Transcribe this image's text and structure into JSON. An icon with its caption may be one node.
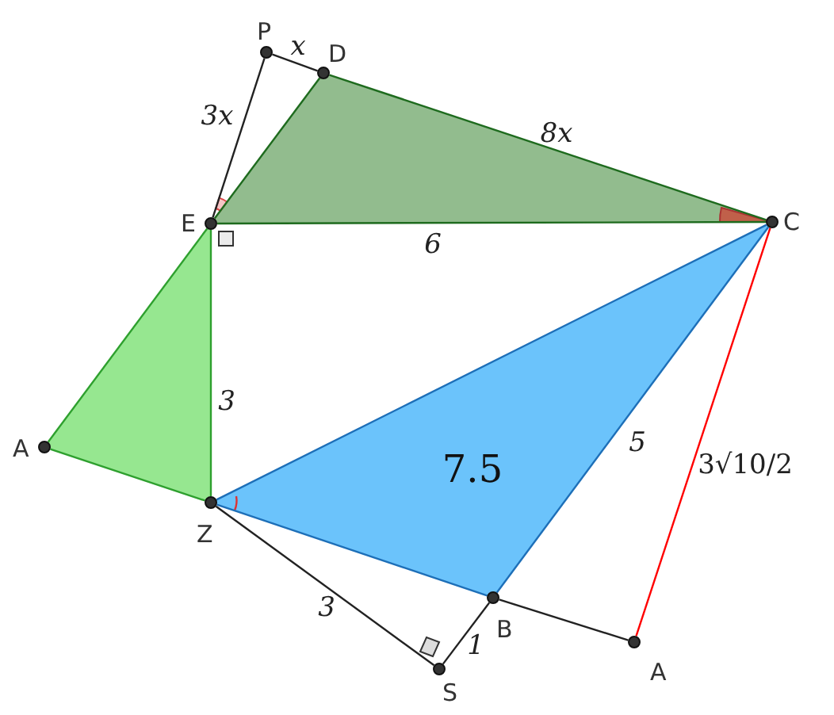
{
  "diagram": {
    "nodes": [
      {
        "text": [
          "P"
        ]
      },
      {
        "text": [
          "D"
        ]
      },
      {
        "text": [
          "E"
        ]
      },
      {
        "text": [
          "C"
        ]
      },
      {
        "text": [
          "A"
        ]
      },
      {
        "text": [
          "Z"
        ]
      },
      {
        "text": [
          "B"
        ]
      },
      {
        "text": [
          "S"
        ]
      },
      {
        "text": [
          "A"
        ]
      }
    ],
    "edges": [
      {
        "from": 0,
        "to": 1,
        "arrow": "none",
        "label": "x"
      },
      {
        "from": 0,
        "to": 2,
        "arrow": "none",
        "label": "3x"
      },
      {
        "from": 2,
        "to": 1,
        "arrow": "none",
        "color": "#1e6b1e"
      },
      {
        "from": 1,
        "to": 3,
        "arrow": "none",
        "label": "8x",
        "color": "#1e6b1e"
      },
      {
        "from": 2,
        "to": 3,
        "arrow": "none",
        "label": "6",
        "color": "#1e6b1e"
      },
      {
        "from": 2,
        "to": 4,
        "arrow": "none",
        "color": "#2ea02e"
      },
      {
        "from": 4,
        "to": 5,
        "arrow": "none",
        "color": "#2ea02e"
      },
      {
        "from": 2,
        "to": 5,
        "arrow": "none",
        "label": "3",
        "color": "#2ea02e"
      },
      {
        "from": 5,
        "to": 3,
        "arrow": "none",
        "color": "#1d6fb8"
      },
      {
        "from": 5,
        "to": 6,
        "arrow": "none",
        "color": "#1d6fb8"
      },
      {
        "from": 6,
        "to": 3,
        "arrow": "none",
        "label": "5",
        "color": "#1d6fb8"
      },
      {
        "from": 5,
        "to": 7,
        "arrow": "none",
        "label": "3"
      },
      {
        "from": 7,
        "to": 6,
        "arrow": "none",
        "label": "1"
      },
      {
        "from": 6,
        "to": 8,
        "arrow": "none"
      },
      {
        "from": 3,
        "to": 8,
        "arrow": "none",
        "label": "3√10/2",
        "color": "#ff0000"
      }
    ],
    "labels": [
      "7.5"
    ]
  }
}
